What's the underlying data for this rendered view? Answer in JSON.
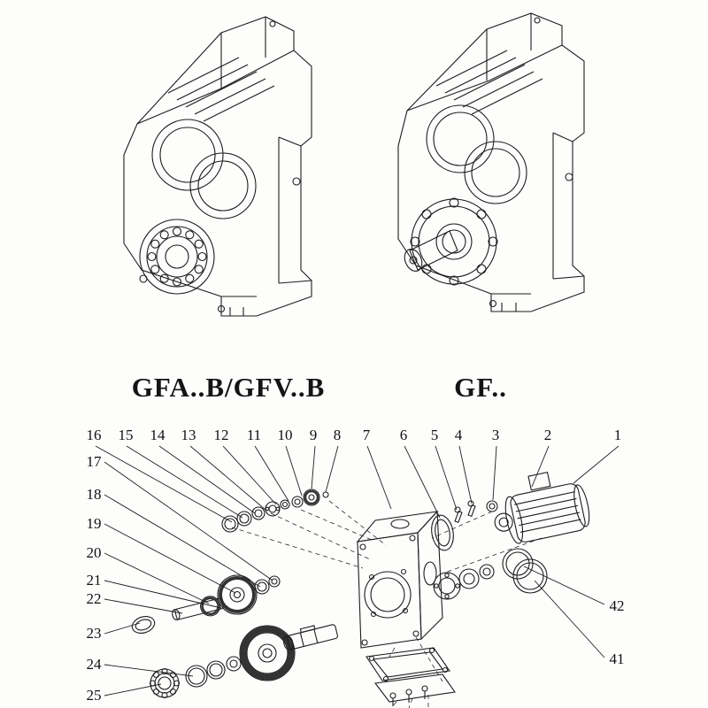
{
  "captions": {
    "left": "GFA..B/GFV..B",
    "right": "GF.."
  },
  "exploded": {
    "top_row": [
      "16",
      "15",
      "14",
      "13",
      "12",
      "11",
      "10",
      "9",
      "8",
      "7",
      "6",
      "5",
      "4",
      "3",
      "2",
      "1"
    ],
    "left_column": [
      "17",
      "18",
      "19",
      "20",
      "21",
      "22",
      "23",
      "24",
      "25"
    ],
    "right_column": [
      "42",
      "41"
    ]
  }
}
